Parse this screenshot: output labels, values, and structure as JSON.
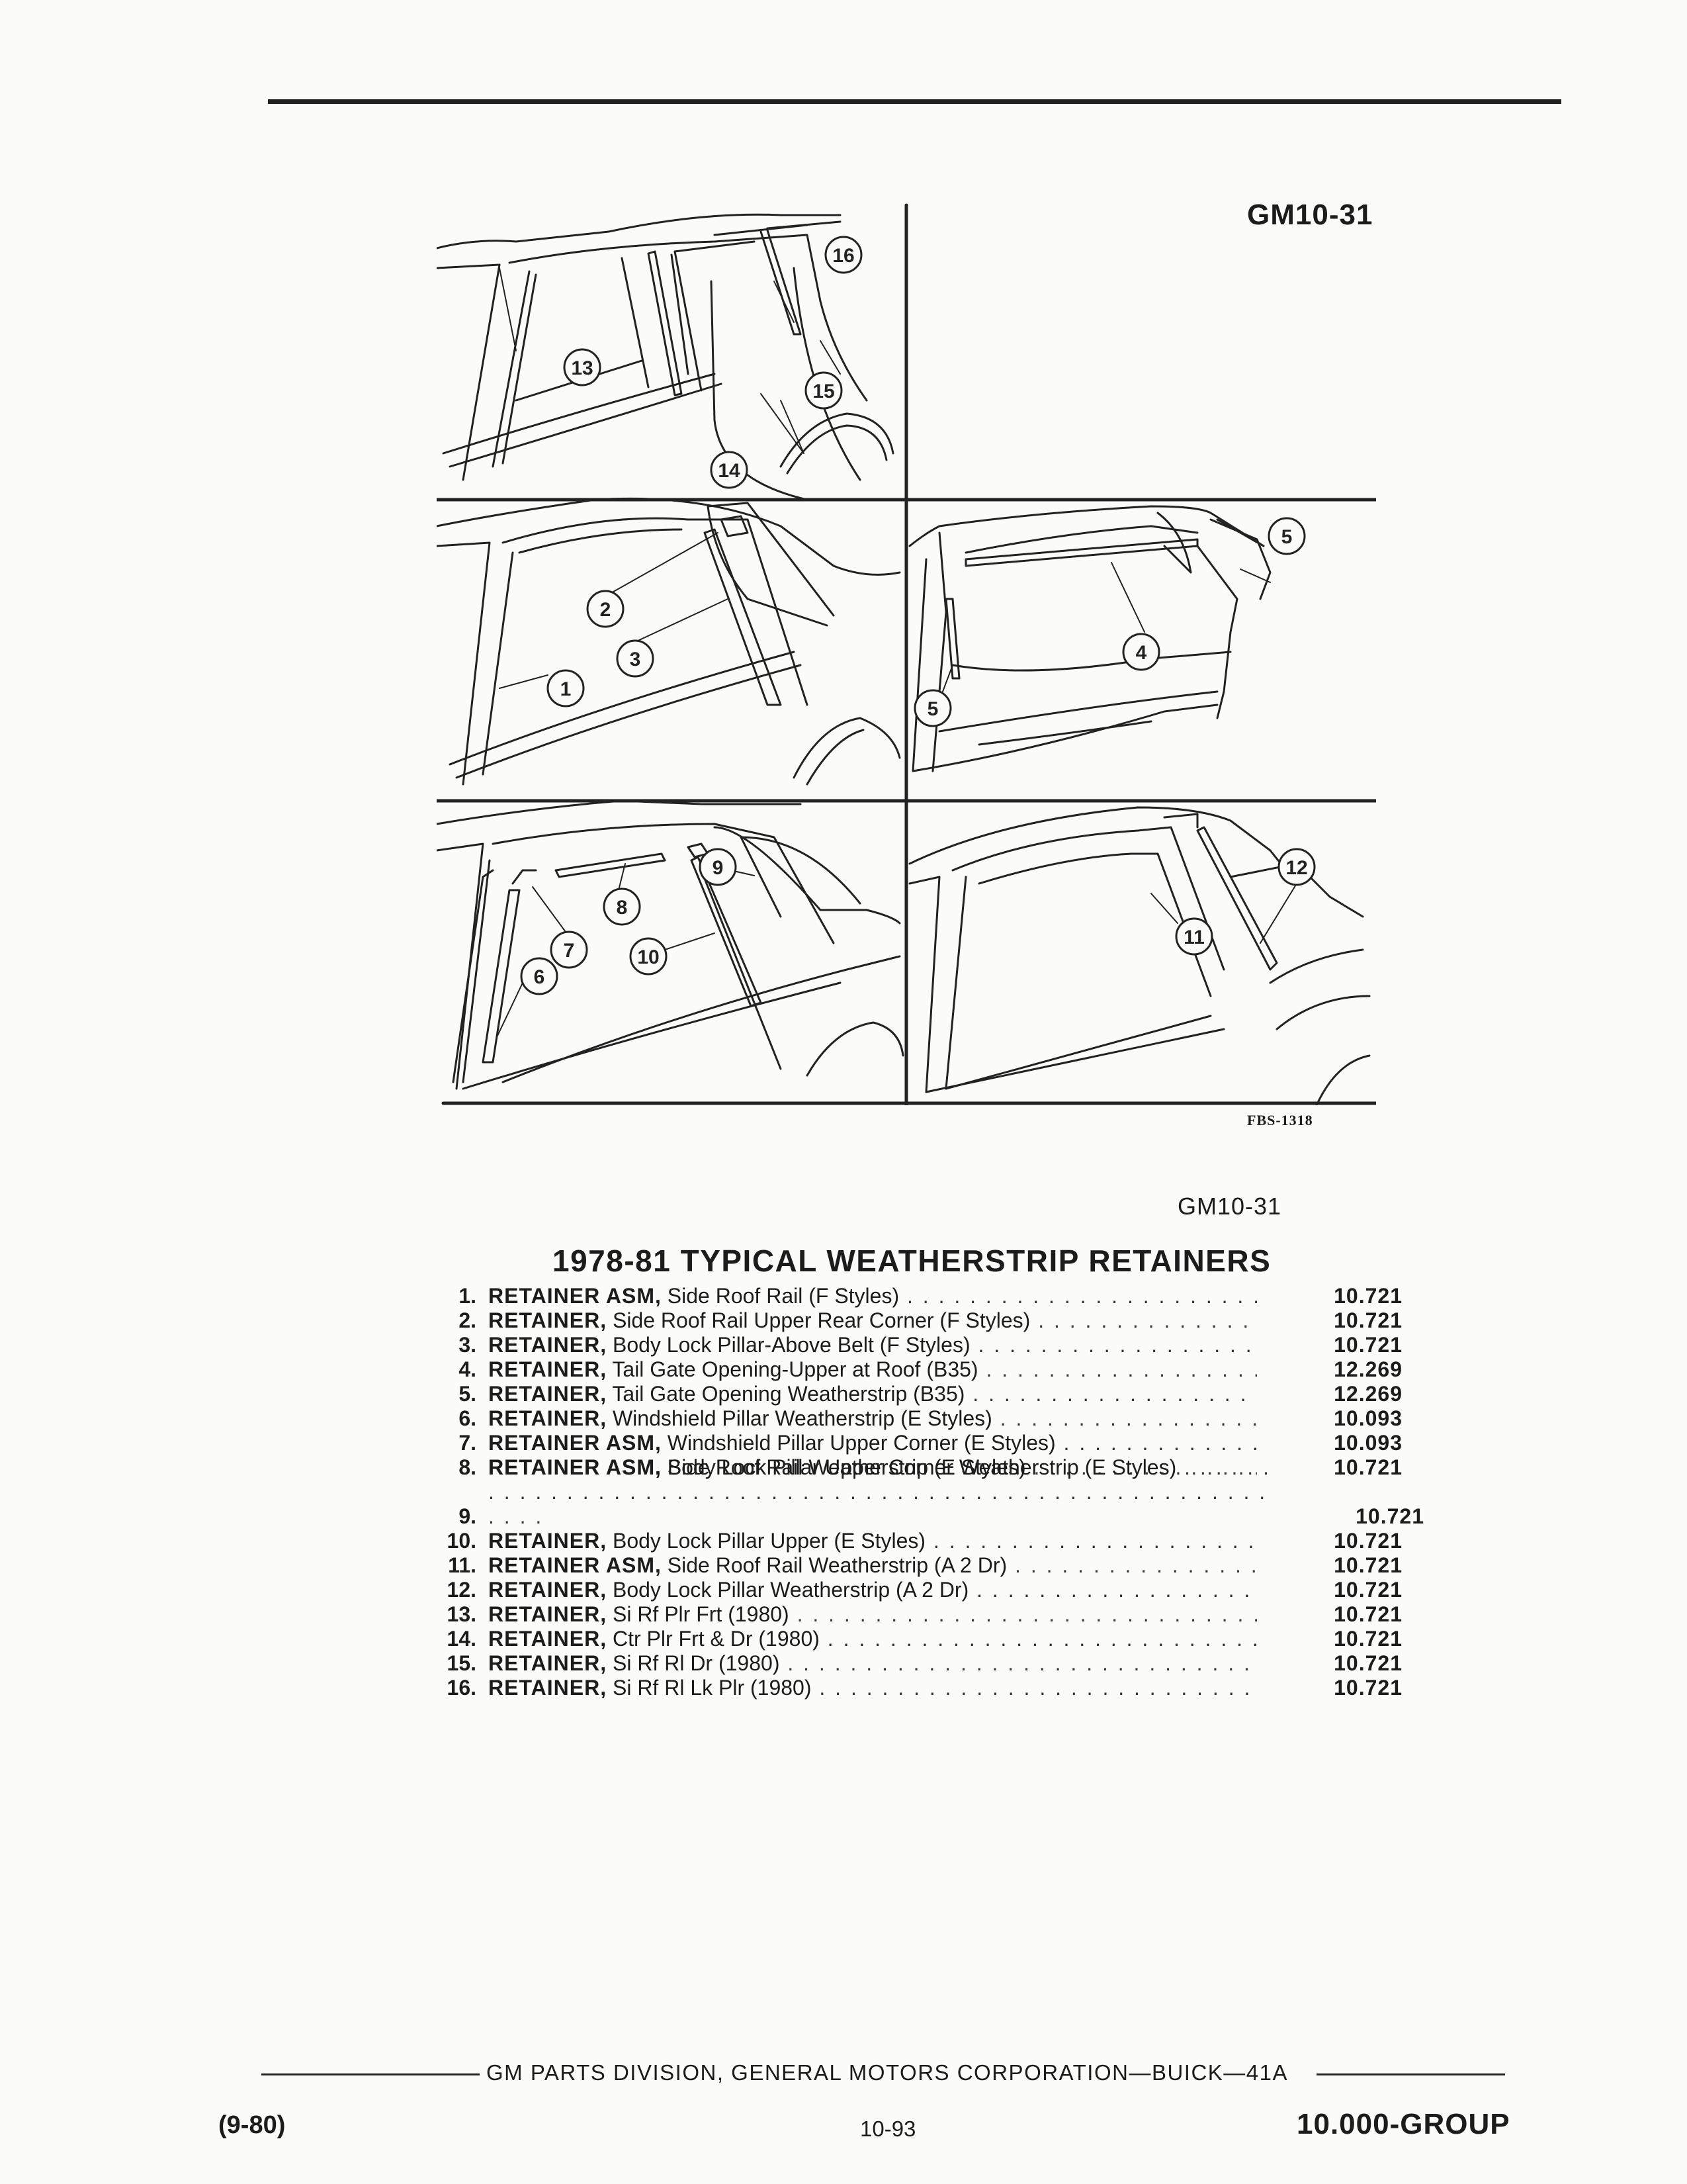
{
  "header": {
    "figure_code": "GM10-31"
  },
  "diagram": {
    "label": "FBS-1318",
    "callouts": [
      "1",
      "2",
      "3",
      "4",
      "5",
      "5",
      "6",
      "7",
      "8",
      "9",
      "10",
      "11",
      "12",
      "13",
      "14",
      "15",
      "16"
    ]
  },
  "parts": {
    "figure_code": "GM10-31",
    "title": "1978-81 TYPICAL WEATHERSTRIP RETAINERS",
    "items": [
      {
        "num": "1.",
        "name": "RETAINER ASM,",
        "desc": "Side Roof Rail (F Styles)",
        "group": "10.721"
      },
      {
        "num": "2.",
        "name": "RETAINER,",
        "desc": "Side Roof Rail Upper Rear Corner (F Styles)",
        "group": "10.721"
      },
      {
        "num": "3.",
        "name": "RETAINER,",
        "desc": "Body Lock Pillar-Above Belt (F Styles)",
        "group": "10.721"
      },
      {
        "num": "4.",
        "name": "RETAINER,",
        "desc": "Tail Gate Opening-Upper at Roof (B35)",
        "group": "12.269"
      },
      {
        "num": "5.",
        "name": "RETAINER,",
        "desc": "Tail Gate Opening Weatherstrip (B35)",
        "group": "12.269"
      },
      {
        "num": "6.",
        "name": "RETAINER,",
        "desc": "Windshield Pillar Weatherstrip (E Styles)",
        "group": "10.093"
      },
      {
        "num": "7.",
        "name": "RETAINER ASM,",
        "desc": "Windshield Pillar Upper Corner (E Styles)",
        "group": "10.093"
      },
      {
        "num": "8.",
        "name": "RETAINER ASM,",
        "desc": "Side Roof Rail Weatherstrip (E Styles)",
        "group": "10.721"
      },
      {
        "num": "9.",
        "name": "RETAINER ASM,",
        "desc": "Body Lock Pillar Upper Corner Weatherstrip (E Styles)",
        "group": "10.721"
      },
      {
        "num": "10.",
        "name": "RETAINER,",
        "desc": "Body Lock Pillar Upper (E Styles)",
        "group": "10.721"
      },
      {
        "num": "11.",
        "name": "RETAINER ASM,",
        "desc": "Side Roof Rail Weatherstrip (A 2 Dr)",
        "group": "10.721"
      },
      {
        "num": "12.",
        "name": "RETAINER,",
        "desc": "Body Lock Pillar Weatherstrip (A 2 Dr)",
        "group": "10.721"
      },
      {
        "num": "13.",
        "name": "RETAINER,",
        "desc": "Si Rf Plr Frt (1980)",
        "group": "10.721"
      },
      {
        "num": "14.",
        "name": "RETAINER,",
        "desc": "Ctr Plr Frt & Dr (1980)",
        "group": "10.721"
      },
      {
        "num": "15.",
        "name": "RETAINER,",
        "desc": "Si Rf Rl Dr (1980)",
        "group": "10.721"
      },
      {
        "num": "16.",
        "name": "RETAINER,",
        "desc": "Si Rf Rl Lk Plr (1980)",
        "group": "10.721"
      }
    ]
  },
  "footer": {
    "center_text": "GM PARTS DIVISION, GENERAL MOTORS CORPORATION—BUICK—41A",
    "date": "(9-80)",
    "page": "10-93",
    "group": "10.000-GROUP"
  },
  "colors": {
    "ink": "#1c1c1c",
    "paper": "#fbfbf9"
  }
}
